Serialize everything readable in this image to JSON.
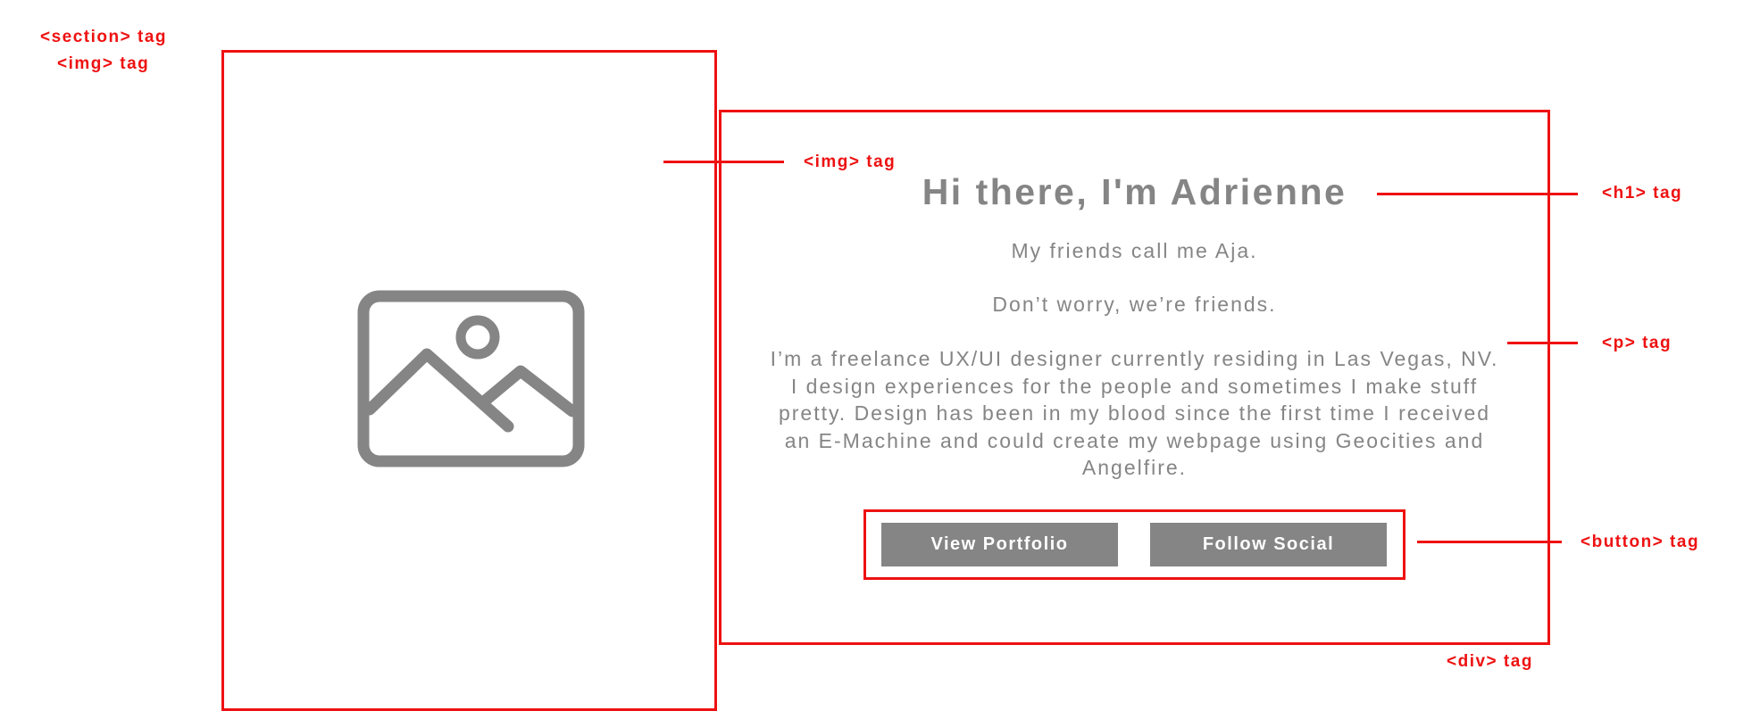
{
  "annotations": {
    "section": "<section> tag",
    "img_outer": "<img> tag",
    "img_inner": "<img> tag",
    "h1": "<h1> tag",
    "p": "<p> tag",
    "button": "<button> tag",
    "div": "<div> tag"
  },
  "content": {
    "heading": "Hi there, I'm Adrienne",
    "paragraphs": [
      "My friends call me Aja.",
      "Don’t worry, we’re friends.",
      "I’m a freelance UX/UI designer currently residing in Las Vegas, NV. I design experiences for the people and sometimes I make stuff pretty. Design has been in my blood since the first time I received an E-Machine and could create my webpage using Geocities and Angelfire."
    ],
    "buttons": {
      "portfolio": "View Portfolio",
      "social": "Follow Social"
    }
  },
  "placeholder_icon": "image-placeholder-icon",
  "colors": {
    "annotation": "#ee1111",
    "content_gray": "#858585",
    "background": "#ffffff"
  }
}
